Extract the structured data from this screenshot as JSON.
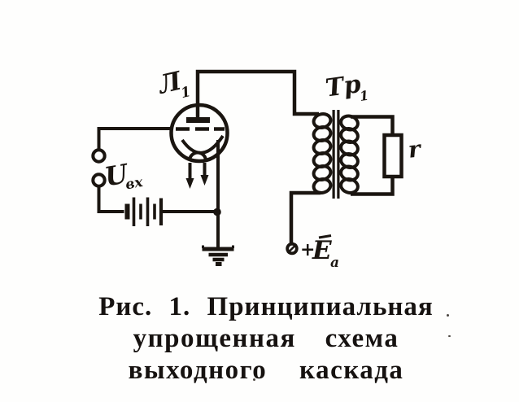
{
  "colors": {
    "ink": "#1a1510",
    "paper": "#fefefd"
  },
  "schematic": {
    "tube_label": {
      "base": "Л",
      "sub": "1"
    },
    "transformer_label": {
      "base": "Тр",
      "sub": "1"
    },
    "input_label": {
      "base": "U",
      "sub": "вх"
    },
    "supply_label": {
      "plus": "+",
      "base": "Е",
      "sub": "а"
    },
    "load_label": "r"
  },
  "caption": {
    "line1": "Рис. 1. Принципиальная",
    "line2": "упрощенная схема",
    "line3": "выходного каскада"
  }
}
